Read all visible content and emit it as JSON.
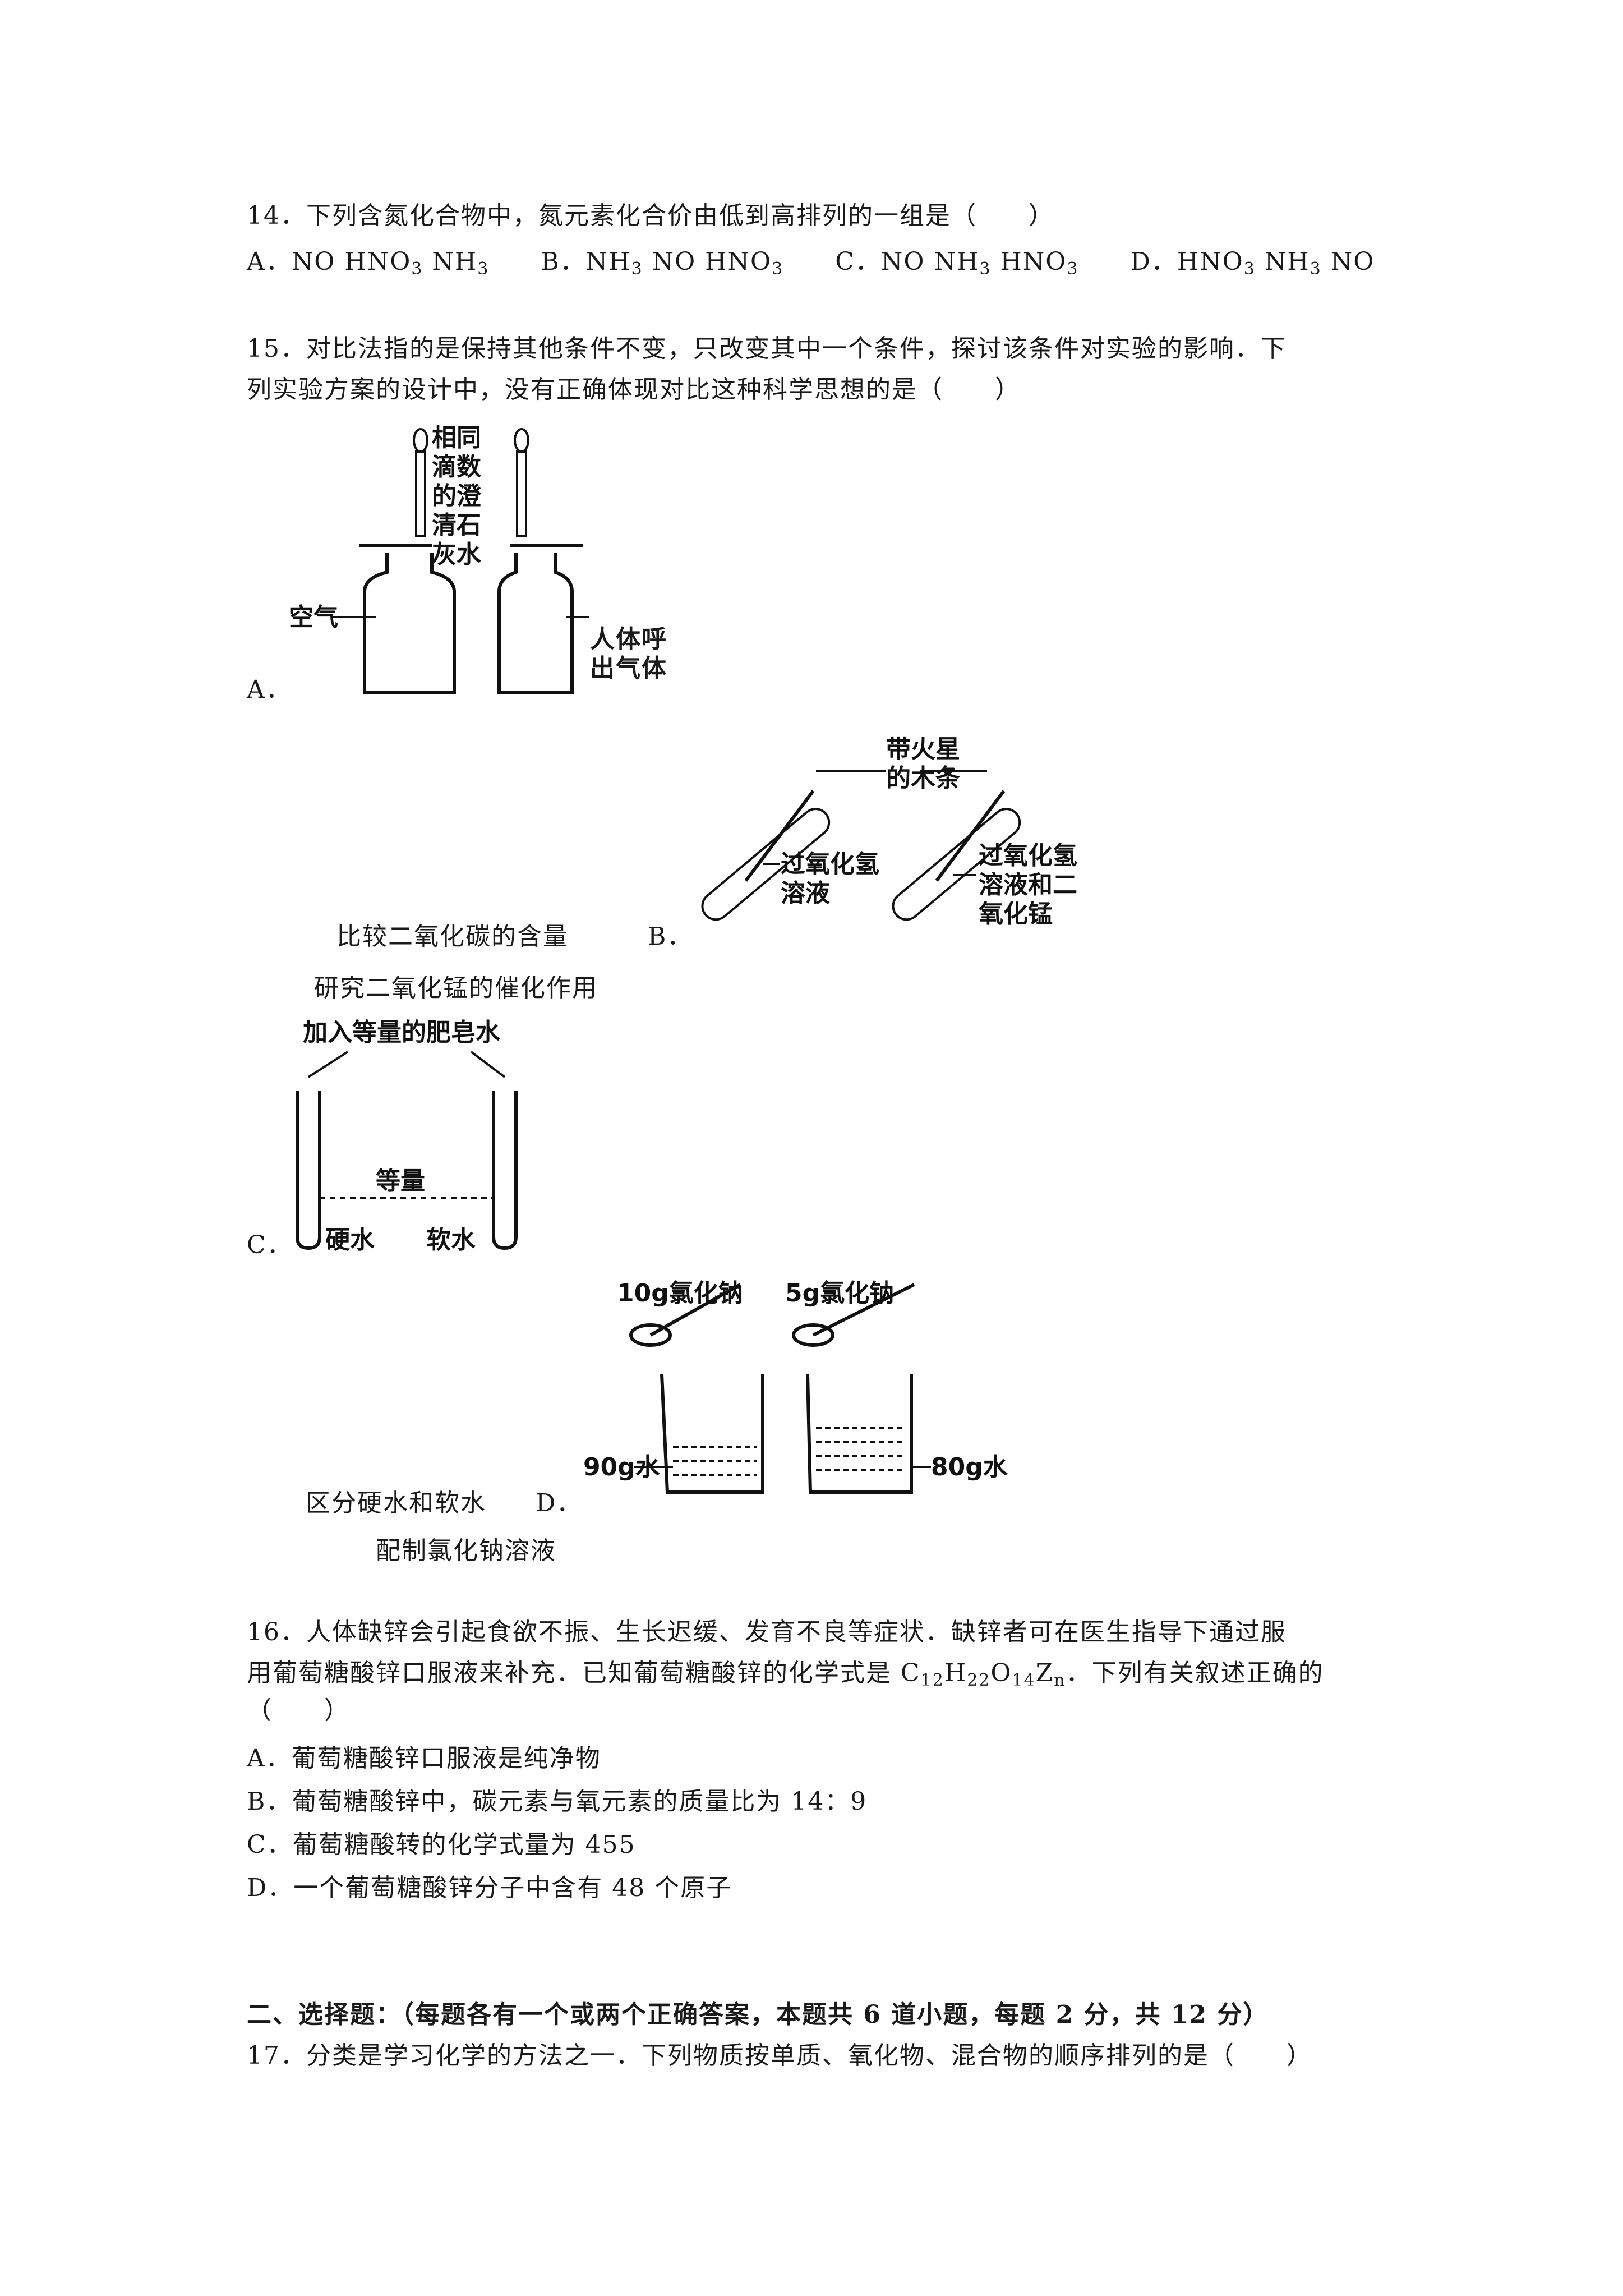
{
  "q14": {
    "stem": "14．下列含氮化合物中，氮元素化合价由低到高排列的一组是（　　）",
    "options": {
      "A": [
        "A．NO HNO",
        "3",
        " NH",
        "3"
      ],
      "B": [
        "B．NH",
        "3",
        " NO HNO",
        "3"
      ],
      "C": [
        "C．NO NH",
        "3",
        " HNO",
        "3"
      ],
      "D": [
        "D．HNO",
        "3",
        " NH",
        "3",
        " NO"
      ]
    }
  },
  "q15": {
    "stem_line1": "15．对比法指的是保持其他条件不变，只改变其中一个条件，探讨该条件对实验的影响．下",
    "stem_line2": "列实验方案的设计中，没有正确体现对比这种科学思想的是（　　）",
    "A": {
      "label": "A．",
      "caption": "比较二氧化碳的含量",
      "fig_labels": {
        "dropper_1": "相同",
        "dropper_2": "滴数",
        "dropper_3": "的澄",
        "dropper_4": "清石",
        "dropper_5": "灰水",
        "left_gas": "空气",
        "right_gas_1": "人体呼",
        "right_gas_2": "出气体"
      }
    },
    "B": {
      "label": "B．",
      "caption": "研究二氧化锰的催化作用",
      "fig_labels": {
        "stick_1": "带火星",
        "stick_2": "的木条",
        "left_1": "过氧化氢",
        "left_2": "溶液",
        "right_1": "过氧化氢",
        "right_2": "溶液和二",
        "right_3": "氧化锰"
      }
    },
    "C": {
      "label": "C．",
      "caption": "区分硬水和软水",
      "fig_labels": {
        "top": "加入等量的肥皂水",
        "middle": "等量",
        "left": "硬水",
        "right": "软水"
      }
    },
    "D": {
      "label": "D．",
      "caption": "配制氯化钠溶液",
      "fig_labels": {
        "left_salt": "10g氯化钠",
        "right_salt": "5g氯化钠",
        "left_water": "90g水",
        "right_water": "80g水"
      }
    }
  },
  "q16": {
    "stem_line1": "16．人体缺锌会引起食欲不振、生长迟缓、发育不良等症状．缺锌者可在医生指导下通过服",
    "stem_line2_parts": [
      "用葡萄糖酸锌口服液来补充．已知葡萄糖酸锌的化学式是 C",
      "12",
      "H",
      "22",
      "O",
      "14",
      "Z",
      "n",
      "．下列有关叙述正确的"
    ],
    "stem_line3": "（　　）",
    "options": {
      "A": "A．葡萄糖酸锌口服液是纯净物",
      "B": "B．葡萄糖酸锌中，碳元素与氧元素的质量比为 14：9",
      "C": "C．葡萄糖酸转的化学式量为 455",
      "D": "D．一个葡萄糖酸锌分子中含有 48 个原子"
    }
  },
  "section2": {
    "heading": "二、选择题：（每题各有一个或两个正确答案，本题共 6 道小题，每题 2 分，共 12 分）"
  },
  "q17": {
    "stem": "17．分类是学习化学的方法之一．下列物质按单质、氧化物、混合物的顺序排列的是（　　）"
  }
}
